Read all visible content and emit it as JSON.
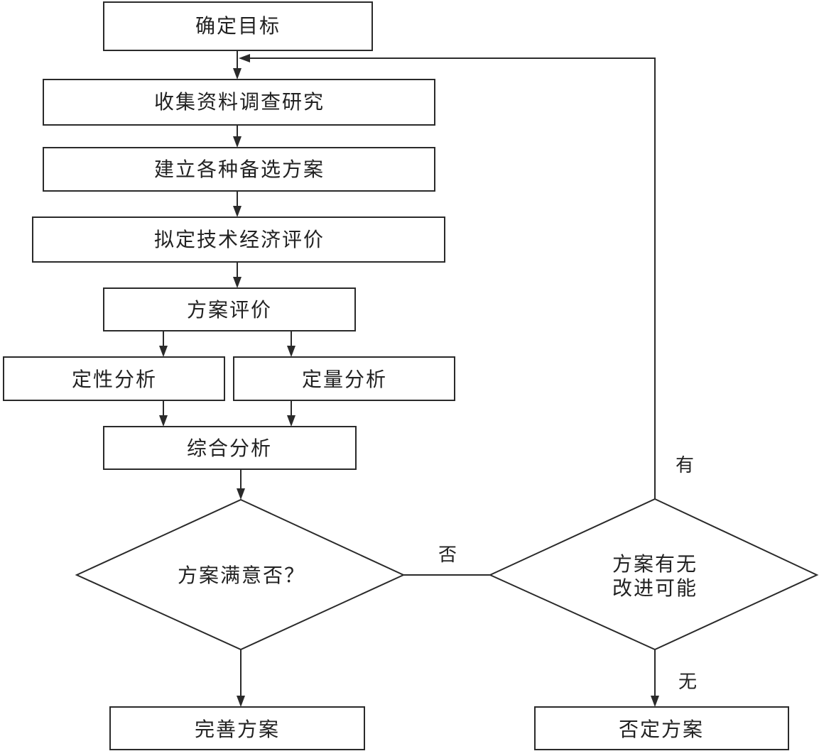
{
  "nodes": {
    "define_goal": "确定目标",
    "collect_data": "收集资料调查研究",
    "build_alternatives": "建立各种备选方案",
    "draft_evaluation": "拟定技术经济评价",
    "plan_evaluation": "方案评价",
    "qualitative_analysis": "定性分析",
    "quantitative_analysis": "定量分析",
    "comprehensive_analysis": "综合分析",
    "plan_satisfied_line1": "方案满意否？",
    "improvable_line1": "方案有无",
    "improvable_line2": "改进可能",
    "perfect_plan": "完善方案",
    "reject_plan": "否定方案"
  },
  "edge_labels": {
    "no_satisfied": "否",
    "has_improvement": "有",
    "no_improvement": "无"
  },
  "colors": {
    "stroke": "#2a2a2a",
    "background": "#ffffff",
    "text": "#222222"
  }
}
